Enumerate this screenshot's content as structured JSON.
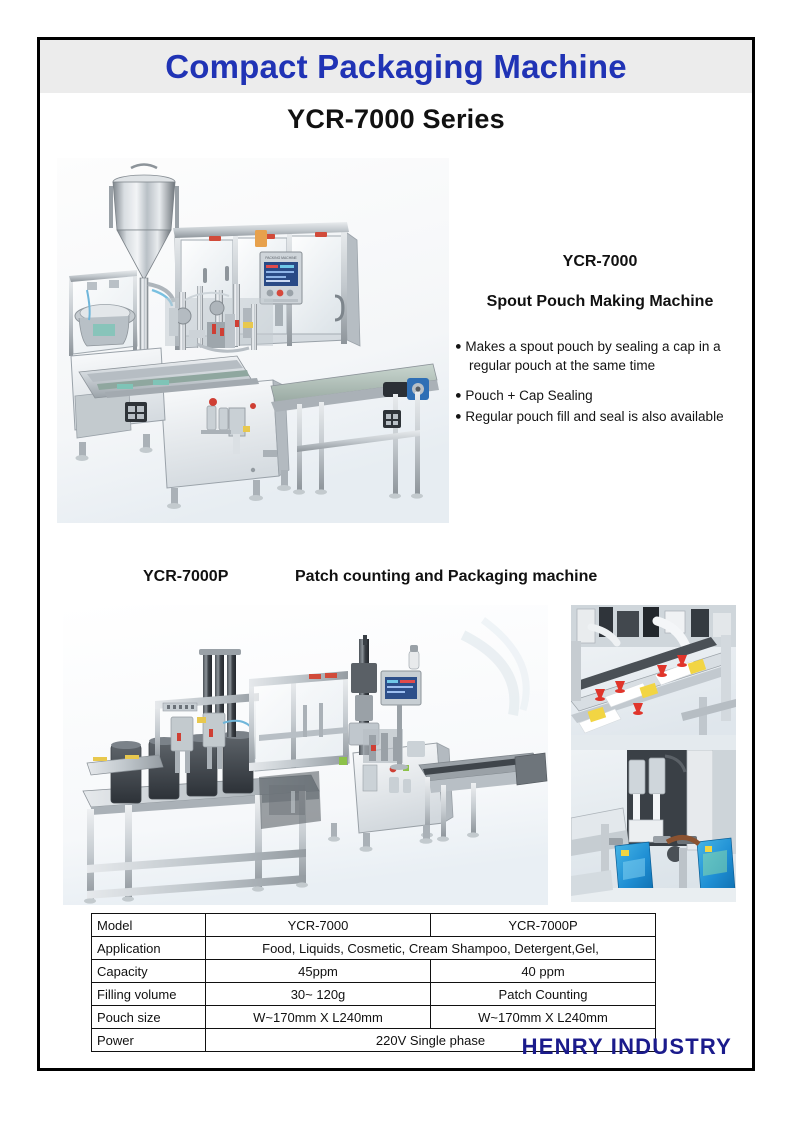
{
  "header": {
    "title": "Compact Packaging Machine",
    "subtitle": "YCR-7000 Series"
  },
  "section_one": {
    "model": "YCR-7000",
    "description": "Spout Pouch Making Machine",
    "bullets": [
      "Makes a spout pouch by sealing a cap in a regular pouch at the same time",
      "Pouch + Cap Sealing",
      "Regular pouch fill and seal is also available"
    ],
    "bullet_marker": "●",
    "photo_alt": "spout-pouch-making-machine-photo"
  },
  "section_two": {
    "model": "YCR-7000P",
    "title": "Patch counting and Packaging machine",
    "photo_main_alt": "patch-counting-packaging-machine-photo",
    "photo_detail_top_alt": "patch-feeding-detail-photo",
    "photo_detail_bottom_alt": "pouch-filling-detail-photo"
  },
  "spec_table": {
    "rows": [
      {
        "label": "Model",
        "col1": "YCR-7000",
        "col2": "YCR-7000P",
        "span": false
      },
      {
        "label": "Application",
        "col1": "Food, Liquids, Cosmetic, Cream Shampoo, Detergent,Gel,",
        "col2": "",
        "span": true
      },
      {
        "label": "Capacity",
        "col1": "45ppm",
        "col2": "40 ppm",
        "span": false
      },
      {
        "label": "Filling volume",
        "col1": "30~ 120g",
        "col2": "Patch Counting",
        "span": false
      },
      {
        "label": "Pouch size",
        "col1": "W~170mm X L240mm",
        "col2": "W~170mm X L240mm",
        "span": false
      },
      {
        "label": "Power",
        "col1": "220V Single phase",
        "col2": "",
        "span": true
      }
    ]
  },
  "footer": {
    "company": "HENRY INDUSTRY"
  },
  "colors": {
    "title_blue": "#2033b5",
    "logo_blue": "#1b1b8c",
    "band_gray": "#ececec",
    "frame_black": "#000000"
  }
}
